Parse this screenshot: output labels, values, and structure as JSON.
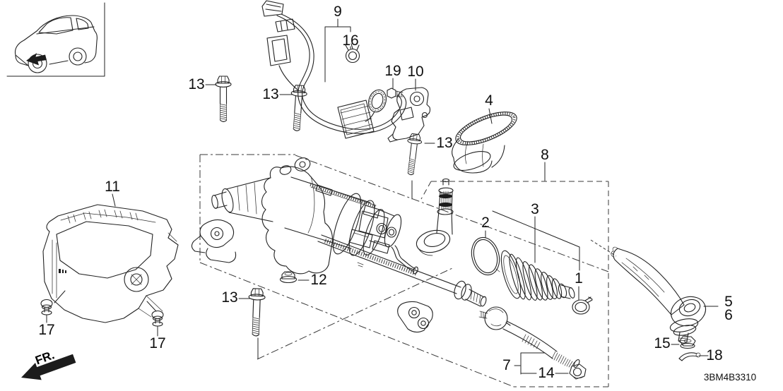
{
  "diagram": {
    "code": "3BM4B3310",
    "front_indicator": "FR."
  },
  "callouts": [
    {
      "ref": "9"
    },
    {
      "ref": "16"
    },
    {
      "ref": "19"
    },
    {
      "ref": "10"
    },
    {
      "ref": "4"
    },
    {
      "ref": "13"
    },
    {
      "ref": "13"
    },
    {
      "ref": "13"
    },
    {
      "ref": "13"
    },
    {
      "ref": "8"
    },
    {
      "ref": "11"
    },
    {
      "ref": "3"
    },
    {
      "ref": "2"
    },
    {
      "ref": "1"
    },
    {
      "ref": "12"
    },
    {
      "ref": "5"
    },
    {
      "ref": "6"
    },
    {
      "ref": "17"
    },
    {
      "ref": "17"
    },
    {
      "ref": "15"
    },
    {
      "ref": "18"
    },
    {
      "ref": "7"
    },
    {
      "ref": "14"
    }
  ]
}
